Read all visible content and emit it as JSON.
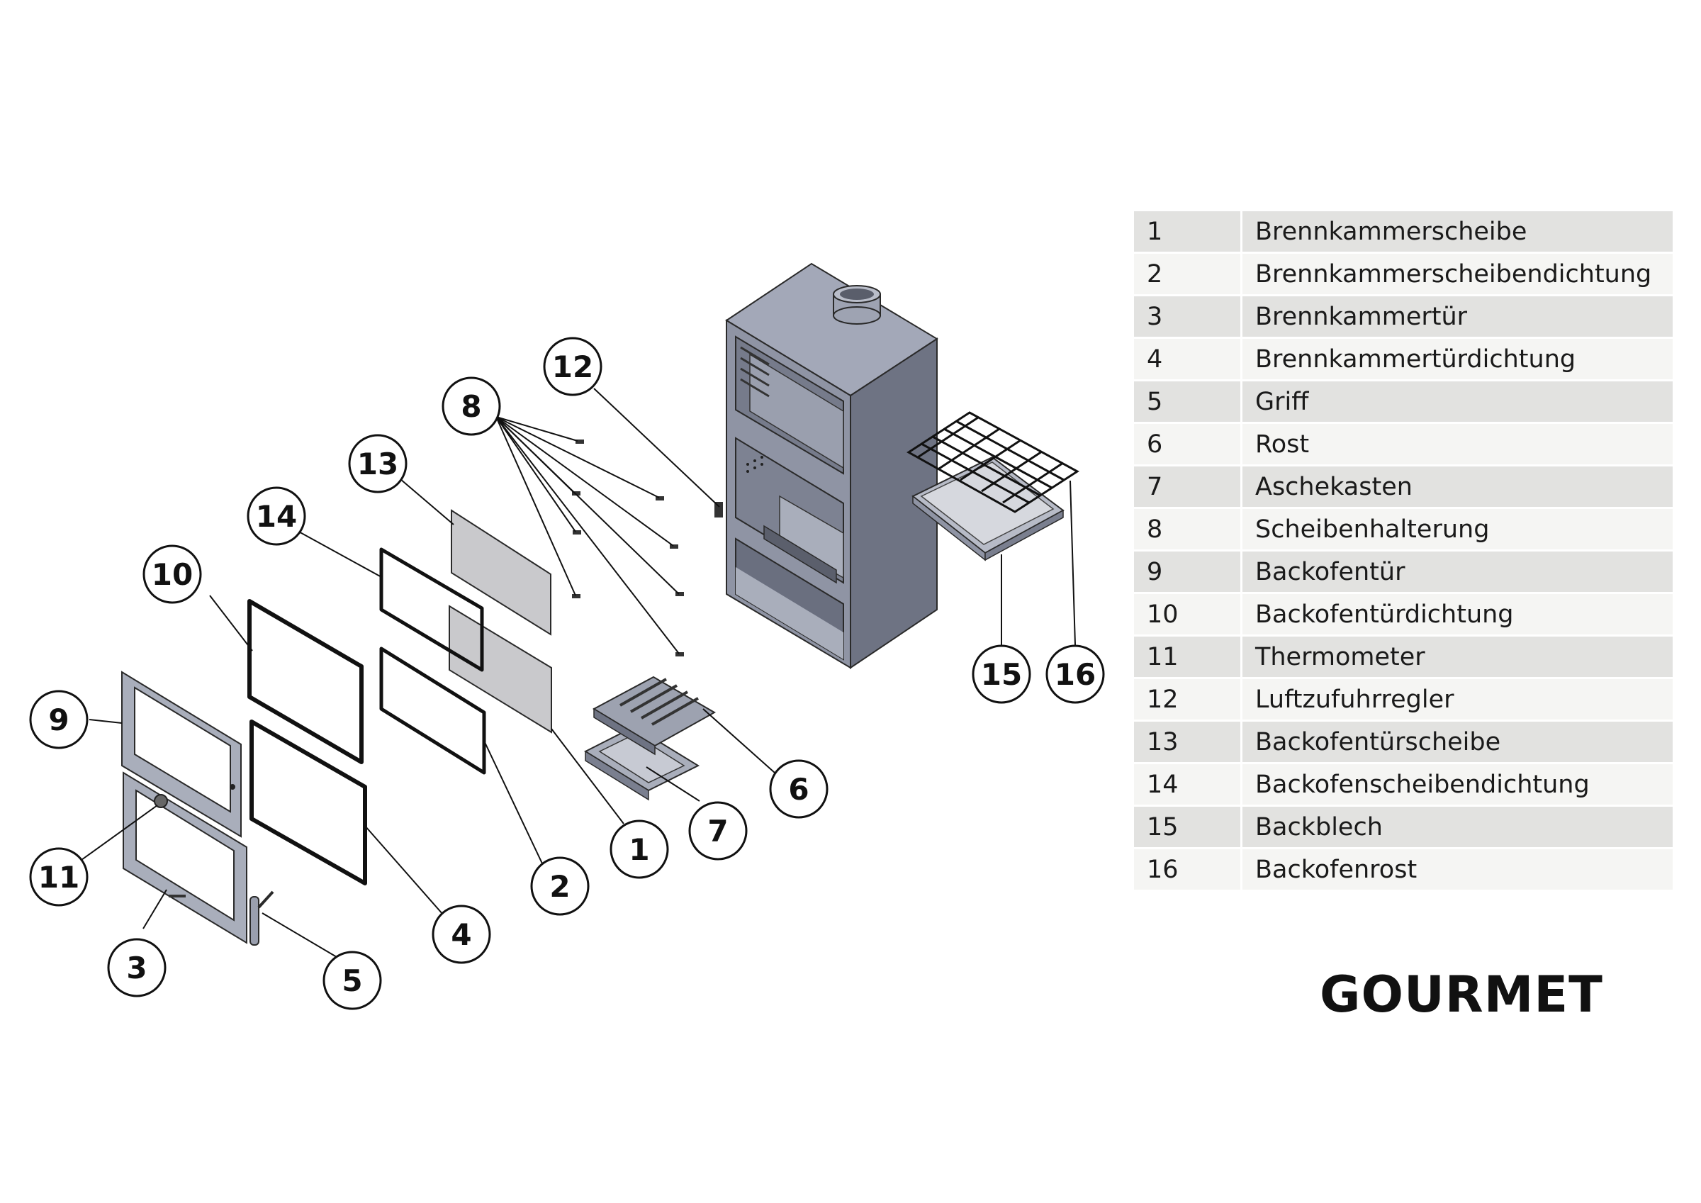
{
  "title": "GOURMET",
  "parts": [
    {
      "num": "1",
      "name": "Brennkammerscheibe"
    },
    {
      "num": "2",
      "name": "Brennkammerscheibendichtung"
    },
    {
      "num": "3",
      "name": "Brennkammertür"
    },
    {
      "num": "4",
      "name": "Brennkammertürdichtung"
    },
    {
      "num": "5",
      "name": "Griff"
    },
    {
      "num": "6",
      "name": "Rost"
    },
    {
      "num": "7",
      "name": "Aschekasten"
    },
    {
      "num": "8",
      "name": "Scheibenhalterung"
    },
    {
      "num": "9",
      "name": "Backofentür"
    },
    {
      "num": "10",
      "name": "Backofentürdichtung"
    },
    {
      "num": "11",
      "name": "Thermometer"
    },
    {
      "num": "12",
      "name": "Luftzufuhrregler"
    },
    {
      "num": "13",
      "name": "Backofentürscheibe"
    },
    {
      "num": "14",
      "name": "Backofenscheibendichtung"
    },
    {
      "num": "15",
      "name": "Backblech"
    },
    {
      "num": "16",
      "name": "Backofenrost"
    }
  ],
  "callouts": [
    "1",
    "2",
    "3",
    "4",
    "5",
    "6",
    "7",
    "8",
    "9",
    "10",
    "11",
    "12",
    "13",
    "14",
    "15",
    "16"
  ],
  "colors": {
    "stove_front": "#8f94a4",
    "stove_side": "#6e7383",
    "stove_top": "#a3a8b8",
    "glass": "#c9c9cc",
    "door": "#a9aebb"
  }
}
